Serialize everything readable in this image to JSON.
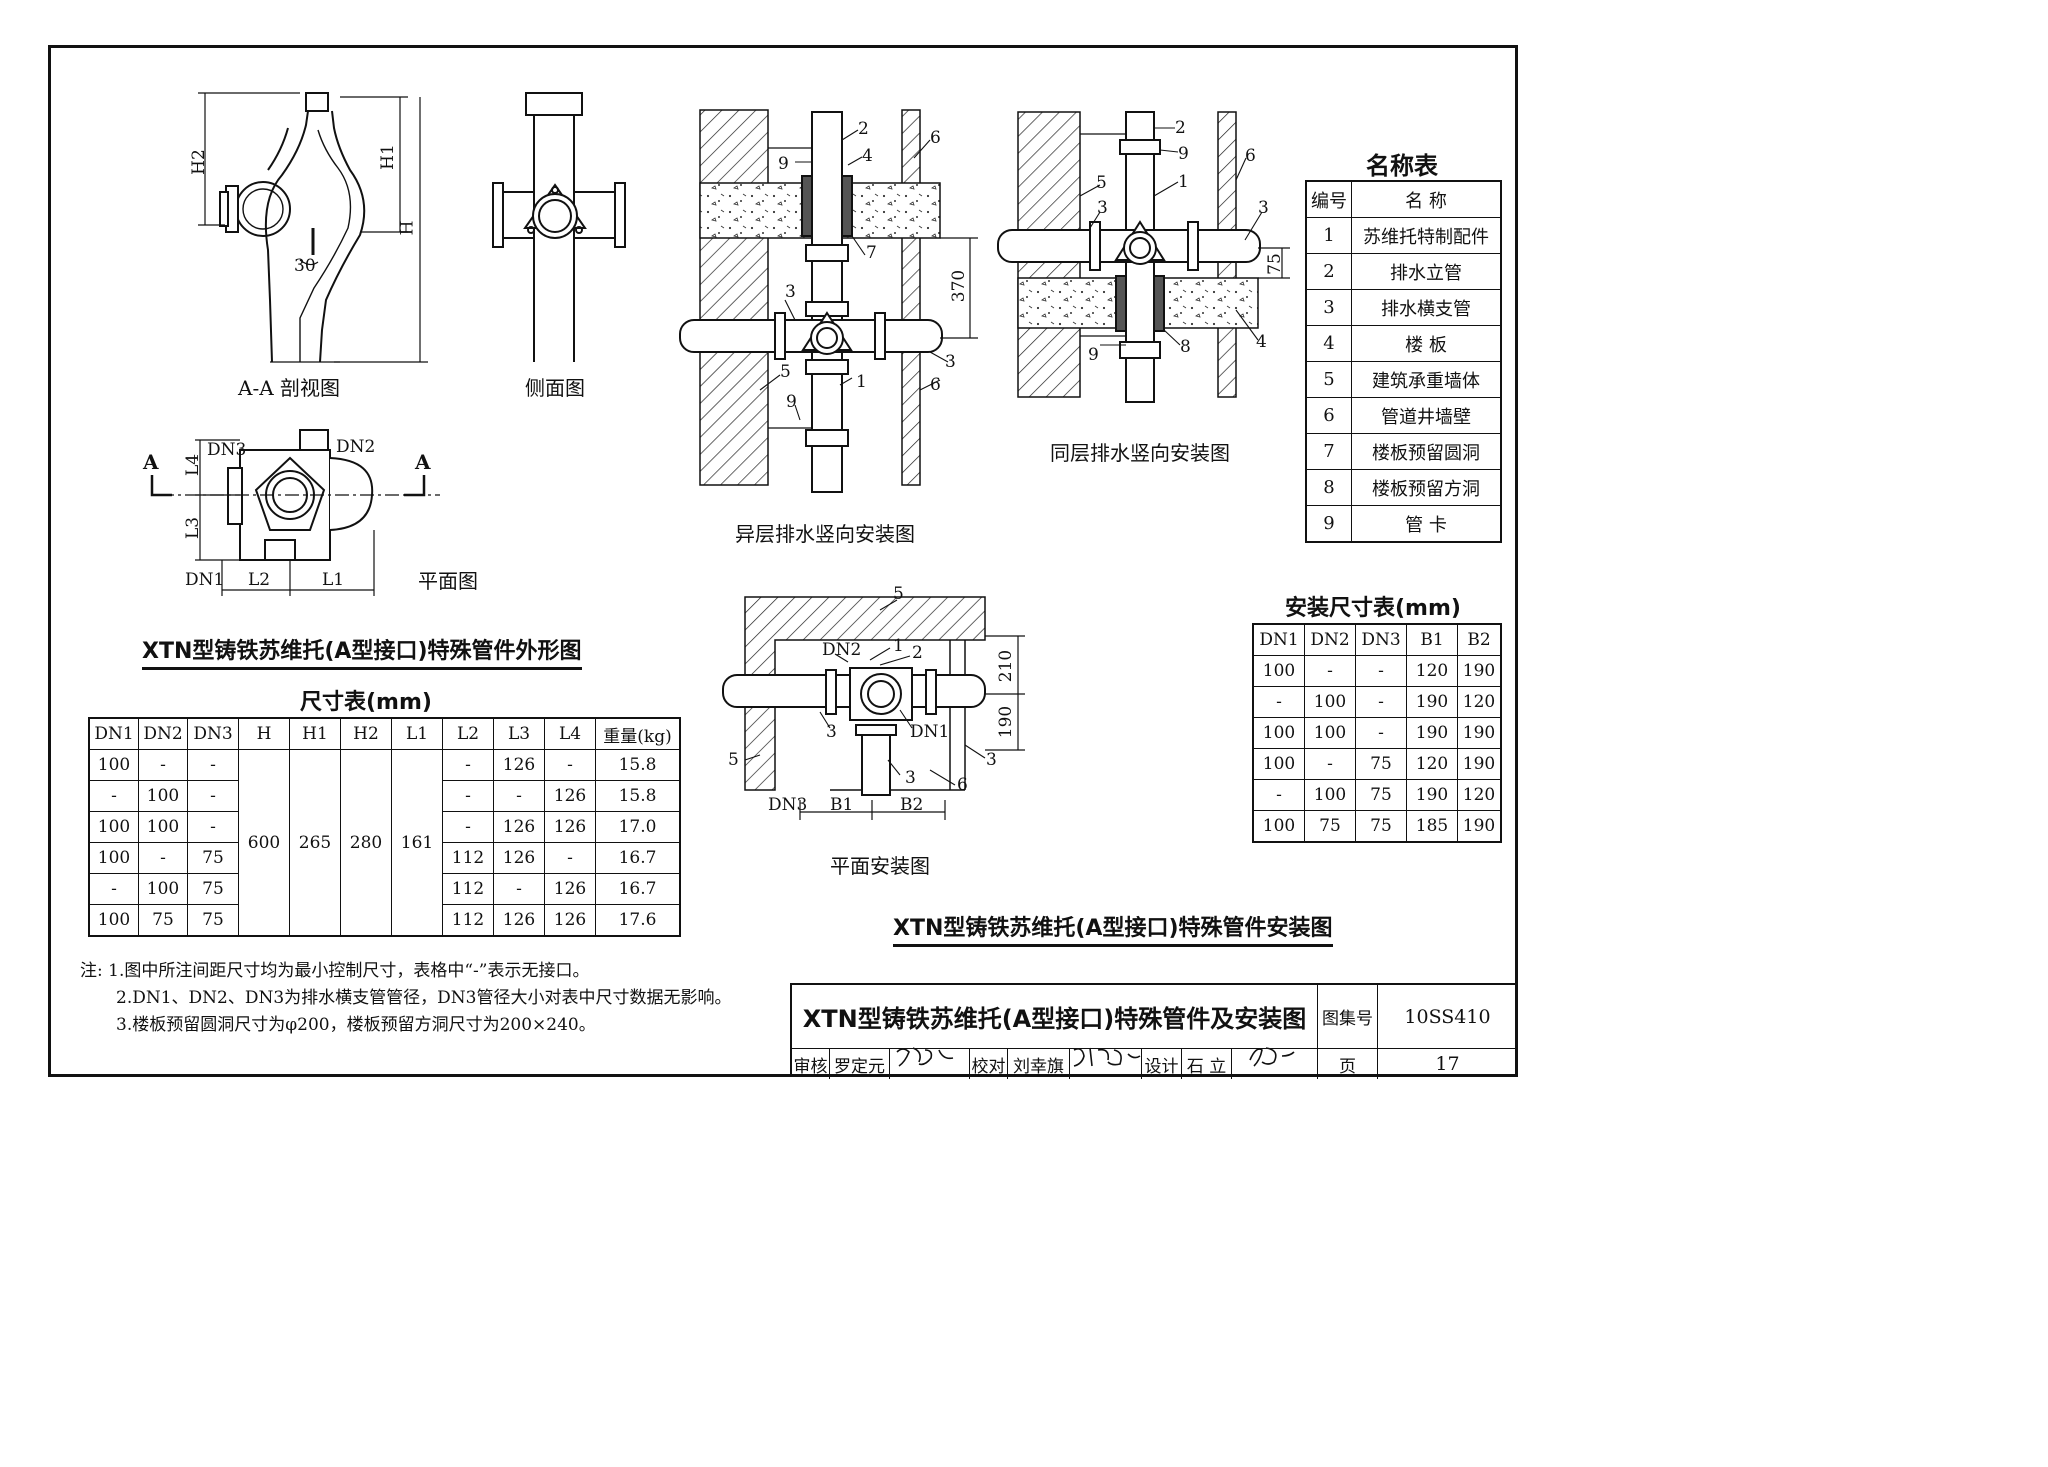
{
  "sheet": {
    "drawing_title": "XTN型铸铁苏维托(A型接口)特殊管件及安装图",
    "atlas_label": "图集号",
    "atlas_no": "10SS410",
    "page_label": "页",
    "page_no": "17",
    "review_label": "审核",
    "reviewer": "罗定元",
    "check_label": "校对",
    "checker": "刘幸旗",
    "design_label": "设计",
    "designer": "石 立"
  },
  "views": {
    "section_caption": "A-A 剖视图",
    "side_caption": "侧面图",
    "plan_caption": "平面图",
    "diff_floor_caption": "异层排水竖向安装图",
    "same_floor_caption": "同层排水竖向安装图",
    "plan_install_caption": "平面安装图",
    "outline_title": "XTN型铸铁苏维托(A型接口)特殊管件外形图",
    "install_title": "XTN型铸铁苏维托(A型接口)特殊管件安装图"
  },
  "dims": {
    "H": "H",
    "H1": "H1",
    "H2": "H2",
    "angle": "30",
    "L1": "L1",
    "L2": "L2",
    "L3": "L3",
    "L4": "L4",
    "DN1": "DN1",
    "DN2": "DN2",
    "DN3": "DN3",
    "A": "A",
    "B1": "B1",
    "B2": "B2",
    "d370": "370",
    "d75": "75",
    "d210": "210",
    "d190": "190"
  },
  "size_table": {
    "title": "尺寸表(mm)",
    "headers": [
      "DN1",
      "DN2",
      "DN3",
      "H",
      "H1",
      "H2",
      "L1",
      "L2",
      "L3",
      "L4",
      "重量(kg)"
    ],
    "merged": {
      "H": "600",
      "H1": "265",
      "H2": "280",
      "L1": "161"
    },
    "rows": [
      [
        "100",
        "-",
        "-",
        "-",
        "126",
        "-",
        "15.8"
      ],
      [
        "-",
        "100",
        "-",
        "-",
        "-",
        "126",
        "15.8"
      ],
      [
        "100",
        "100",
        "-",
        "-",
        "126",
        "126",
        "17.0"
      ],
      [
        "100",
        "-",
        "75",
        "112",
        "126",
        "-",
        "16.7"
      ],
      [
        "-",
        "100",
        "75",
        "112",
        "-",
        "126",
        "16.7"
      ],
      [
        "100",
        "75",
        "75",
        "112",
        "126",
        "126",
        "17.6"
      ]
    ]
  },
  "name_table": {
    "title": "名称表",
    "headers": [
      "编号",
      "名 称"
    ],
    "rows": [
      [
        "1",
        "苏维托特制配件"
      ],
      [
        "2",
        "排水立管"
      ],
      [
        "3",
        "排水横支管"
      ],
      [
        "4",
        "楼 板"
      ],
      [
        "5",
        "建筑承重墙体"
      ],
      [
        "6",
        "管道井墙壁"
      ],
      [
        "7",
        "楼板预留圆洞"
      ],
      [
        "8",
        "楼板预留方洞"
      ],
      [
        "9",
        "管 卡"
      ]
    ]
  },
  "install_table": {
    "title": "安装尺寸表(mm)",
    "headers": [
      "DN1",
      "DN2",
      "DN3",
      "B1",
      "B2"
    ],
    "rows": [
      [
        "100",
        "-",
        "-",
        "120",
        "190"
      ],
      [
        "-",
        "100",
        "-",
        "190",
        "120"
      ],
      [
        "100",
        "100",
        "-",
        "190",
        "190"
      ],
      [
        "100",
        "-",
        "75",
        "120",
        "190"
      ],
      [
        "-",
        "100",
        "75",
        "190",
        "120"
      ],
      [
        "100",
        "75",
        "75",
        "185",
        "190"
      ]
    ]
  },
  "notes": {
    "label": "注:",
    "items": [
      "1.图中所注间距尺寸均为最小控制尺寸，表格中“-”表示无接口。",
      "2.DN1、DN2、DN3为排水横支管管径，DN3管径大小对表中尺寸数据无影响。",
      "3.楼板预留圆洞尺寸为φ200，楼板预留方洞尺寸为200×240。"
    ]
  },
  "callouts": [
    "1",
    "2",
    "3",
    "4",
    "5",
    "6",
    "7",
    "8",
    "9"
  ]
}
